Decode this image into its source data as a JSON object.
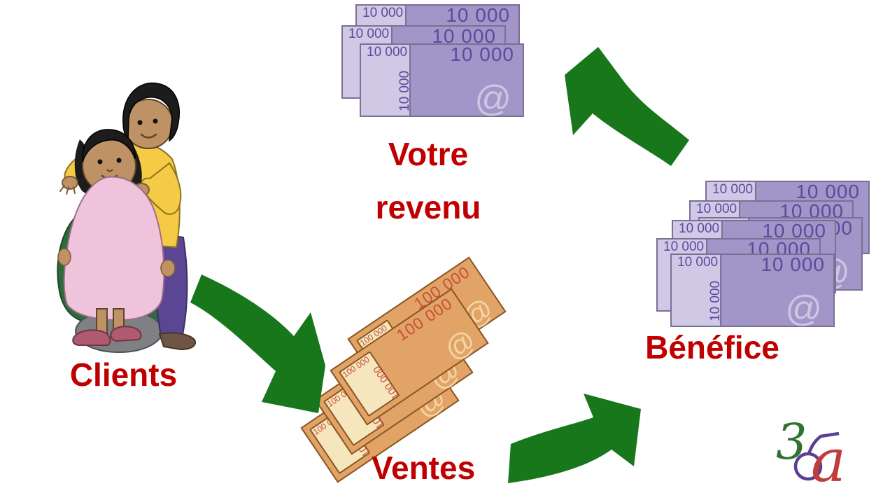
{
  "slide": {
    "background": "#FFFFFF"
  },
  "labels": {
    "clients": "Clients",
    "ventes": "Ventes",
    "benefice": "Bénéfice",
    "revenu_line1": "Votre",
    "revenu_line2": "revenu",
    "color": "#C00000"
  },
  "arrows": {
    "color": "#17771A",
    "flow": [
      "clients-to-ventes",
      "ventes-to-benefice",
      "benefice-to-revenu"
    ]
  },
  "money": {
    "revenu_stack": {
      "bill_count": 3,
      "denomination": "10 000",
      "symbol": "@"
    },
    "benefice_stack": {
      "bill_count": 6,
      "denomination": "10 000",
      "symbol": "@"
    },
    "ventes_stack": {
      "bill_count": 4,
      "denomination": "100 000",
      "symbol": "@"
    },
    "purple_style": {
      "body": "#A295C8",
      "strip": "#CFC9E6",
      "border": "#7C6F96",
      "text": "#5B4B9D",
      "symbol_color": "#CDC6E2"
    },
    "orange_style": {
      "body": "#E2A466",
      "strip": "#F6E6BE",
      "border": "#8A5524",
      "text": "#C75036",
      "symbol_color": "#F2D4A4"
    }
  },
  "illustration": {
    "subject": "hairdresser styling a client's hair",
    "colors": {
      "skin": "#BE9265",
      "shirt": "#F5CB45",
      "cape": "#F0C3DC",
      "chair": "#2E6B3C",
      "pants": "#5B4694",
      "base": "#7E8083",
      "client_shoes": "#B05A70",
      "hairdresser_shoe": "#6E5545",
      "hair": "#1C1C1C"
    }
  },
  "logo": {
    "glyph1": "3",
    "glyph2": "6",
    "glyph3": "a",
    "color1": "#2F7233",
    "color2": "#5C3E93",
    "color3": "#C13B3B"
  }
}
